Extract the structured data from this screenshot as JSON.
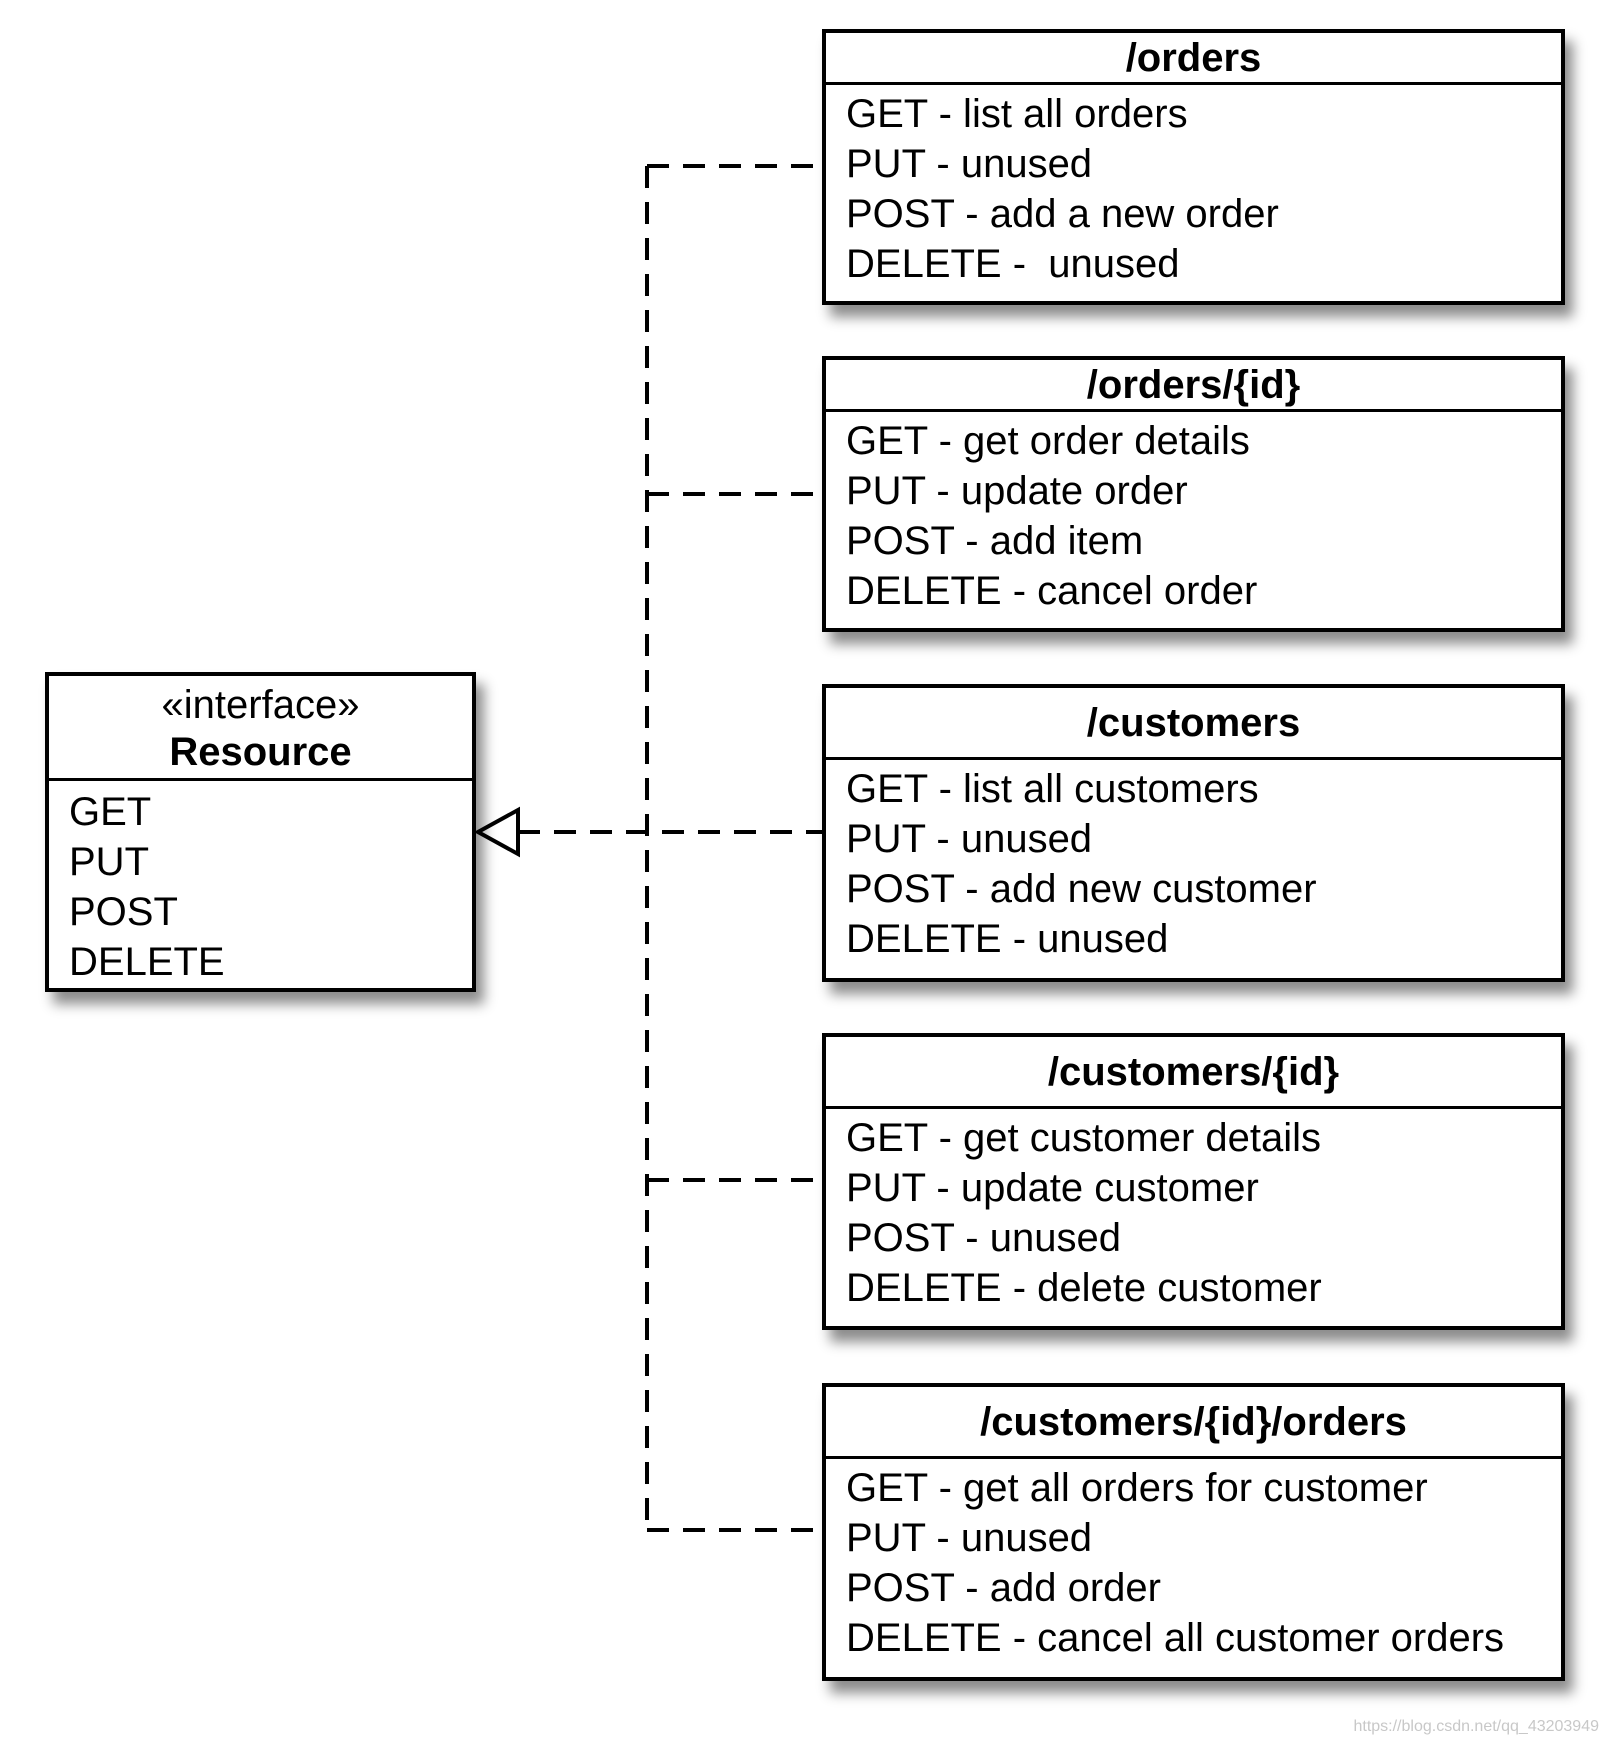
{
  "interface": {
    "stereotype": "«interface»",
    "name": "Resource",
    "methods": [
      "GET",
      "PUT",
      "POST",
      "DELETE"
    ]
  },
  "resources": [
    {
      "path": "/orders",
      "methods": [
        "GET - list all orders",
        "PUT - unused",
        "POST - add a new order",
        "DELETE -  unused"
      ]
    },
    {
      "path": "/orders/{id}",
      "methods": [
        "GET - get order details",
        "PUT - update order",
        "POST - add item",
        "DELETE - cancel order"
      ]
    },
    {
      "path": "/customers",
      "methods": [
        "GET - list all customers",
        "PUT - unused",
        "POST - add new customer",
        "DELETE - unused"
      ]
    },
    {
      "path": "/customers/{id}",
      "methods": [
        "GET - get customer details",
        "PUT - update customer",
        "POST - unused",
        "DELETE - delete customer"
      ]
    },
    {
      "path": "/customers/{id}/orders",
      "methods": [
        "GET - get all orders for customer",
        "PUT - unused",
        "POST - add order",
        "DELETE - cancel all customer orders"
      ]
    }
  ],
  "relationship": "realization",
  "watermark": "https://blog.csdn.net/qq_43203949"
}
